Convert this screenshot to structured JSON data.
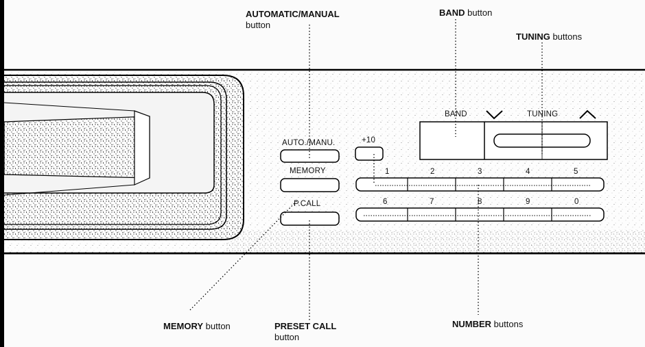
{
  "callouts": {
    "auto_manual": {
      "bold": "AUTOMATIC/MANUAL",
      "rest": "button"
    },
    "band": {
      "bold": "BAND",
      "rest": " button"
    },
    "tuning": {
      "bold": "TUNING",
      "rest": " buttons"
    },
    "memory": {
      "bold": "MEMORY",
      "rest": " button"
    },
    "preset_call": {
      "bold": "PRESET CALL",
      "rest": "button"
    },
    "number": {
      "bold": "NUMBER",
      "rest": " buttons"
    }
  },
  "panel": {
    "auto_manu_label": "AUTO./MANU.",
    "memory_label": "MEMORY",
    "pcall_label": "P.CALL",
    "plus10_label": "+10",
    "band_label": "BAND",
    "tuning_label": "TUNING",
    "tuning_down_symbol": "∨",
    "tuning_up_symbol": "∧",
    "number_row_1": [
      "1",
      "2",
      "3",
      "4",
      "5"
    ],
    "number_row_2": [
      "6",
      "7",
      "8",
      "9",
      "0"
    ]
  },
  "colors": {
    "ink": "#111111",
    "panel_bg": "#fbfbfb",
    "edge_black": "#000000"
  }
}
